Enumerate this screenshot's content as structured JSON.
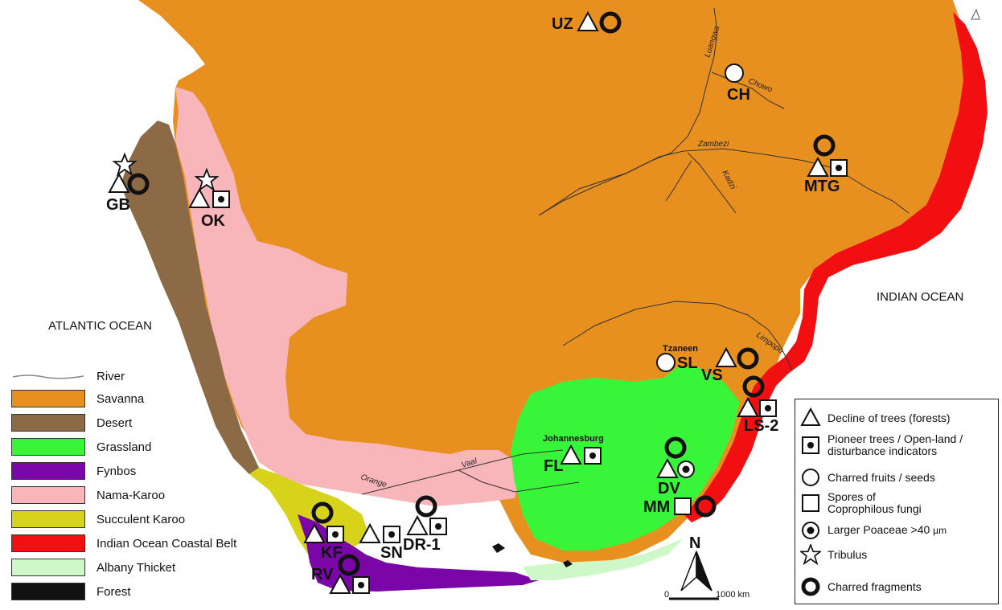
{
  "map": {
    "oceans": {
      "atlantic": "ATLANTIC OCEAN",
      "indian": "INDIAN OCEAN"
    },
    "rivers": {
      "luangwa": "Luangwa",
      "chowo": "Chowo",
      "zambezi": "Zambezi",
      "kadzi": "Kadzi",
      "limpopo": "Limpopo",
      "vaal": "Vaal",
      "orange": "Orange"
    },
    "cities": {
      "tzaneen": "Tzaneen",
      "johannesburg": "Johannesburg"
    },
    "sites": {
      "UZ": "UZ",
      "CH": "CH",
      "MTG": "MTG",
      "GB": "GB",
      "OK": "OK",
      "SL": "SL",
      "VS": "VS",
      "LS2": "LS-2",
      "FL": "FL",
      "DV": "DV",
      "MM": "MM",
      "KF": "KF",
      "SN": "SN",
      "DR1": "DR-1",
      "RV": "RV"
    },
    "north_label": "N",
    "scale": {
      "zero": "0",
      "max": "1000 km"
    },
    "colors": {
      "savanna": "#E8901F",
      "desert": "#8B6A45",
      "grassland": "#38F53A",
      "fynbos": "#7A06A8",
      "nama_karoo": "#F9B6BA",
      "succulent_karoo": "#D7D31A",
      "coastal_belt": "#F20F12",
      "albany_thicket": "#CFF8C9",
      "forest": "#111111"
    }
  },
  "legend_vegetation": {
    "river": "River",
    "savanna": "Savanna",
    "desert": "Desert",
    "grassland": "Grassland",
    "fynbos": "Fynbos",
    "nama_karoo": "Nama-Karoo",
    "succulent_karoo": "Succulent Karoo",
    "coastal_belt": "Indian Ocean Coastal Belt",
    "albany_thicket": "Albany Thicket",
    "forest": "Forest"
  },
  "legend_symbols": {
    "decline": "Decline of trees (forests)",
    "pioneer_1": "Pioneer trees / Open-land /",
    "pioneer_2": "disturbance indicators",
    "charred_fruits": "Charred fruits / seeds",
    "spores_1": "Spores of",
    "spores_2": "Coprophilous fungi",
    "poaceae": "Larger Poaceae >40 ",
    "poaceae_unit": "µm",
    "tribulus": "Tribulus",
    "charred_fragments": "Charred fragments"
  }
}
